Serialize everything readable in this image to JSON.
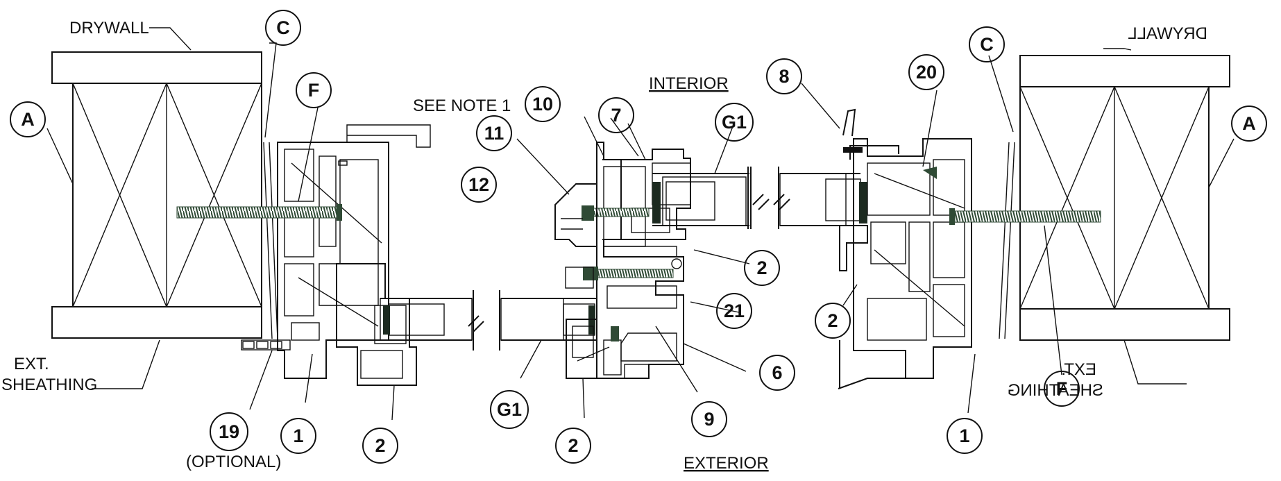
{
  "labels": {
    "drywall_left": "DRYWALL",
    "drywall_right": "DRYWALL",
    "ext_left_1": "EXT.",
    "ext_left_2": "SHEATHING",
    "ext_right_1": "EXT.",
    "ext_right_2": "SHEATHING",
    "see_note": "SEE NOTE 1",
    "interior": "INTERIOR",
    "exterior": "EXTERIOR",
    "optional": "(OPTIONAL)"
  },
  "callouts": {
    "c_left": "C",
    "a_left": "A",
    "f_left": "F",
    "n10": "10",
    "n11": "11",
    "n7": "7",
    "g1_top": "G1",
    "n12": "12",
    "n2_mid": "2",
    "n21": "21",
    "n6": "6",
    "n9": "9",
    "n2_bottom_mid": "2",
    "g1_bottom": "G1",
    "n2_left": "2",
    "n1_left": "1",
    "n19": "19",
    "n8": "8",
    "n20": "20",
    "c_right": "C",
    "a_right": "A",
    "n2_right": "2",
    "f_right": "F",
    "n1_right": "1"
  },
  "colors": {
    "line": "#111111",
    "screw": "#2f4a35",
    "gasket": "#1c2a20",
    "drywall_fill": "#f4f4f0",
    "sheathing_fill": "#e8e8e4"
  }
}
